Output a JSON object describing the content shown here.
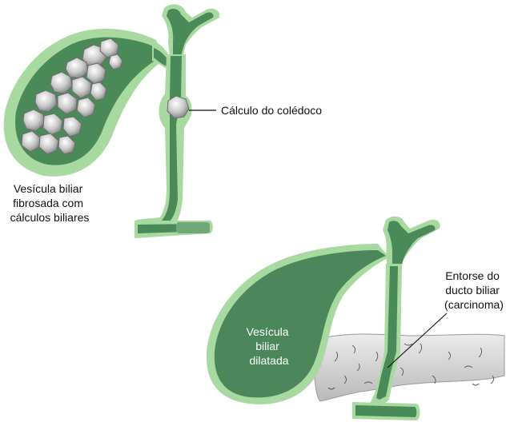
{
  "figure": {
    "top": {
      "gallbladder_label": [
        "Vesícula biliar",
        "fibrosada com",
        "cálculos biliares"
      ],
      "stone_label": "Cálculo do colédoco"
    },
    "bottom": {
      "gallbladder_label": [
        "Vesícula",
        "biliar",
        "dilatada"
      ],
      "stricture_label": [
        "Entorse do",
        "ducto biliar",
        "(carcinoma)"
      ]
    }
  },
  "colors": {
    "halo": "#a8d9a0",
    "duct": "#4a8a59",
    "duct_light": "#6fa77a",
    "gallbladder_dark": "#4b875a",
    "stone": "#c9c9c9",
    "stone_shadow": "#7d7d7d",
    "pancreas": "#d6d6d6"
  }
}
